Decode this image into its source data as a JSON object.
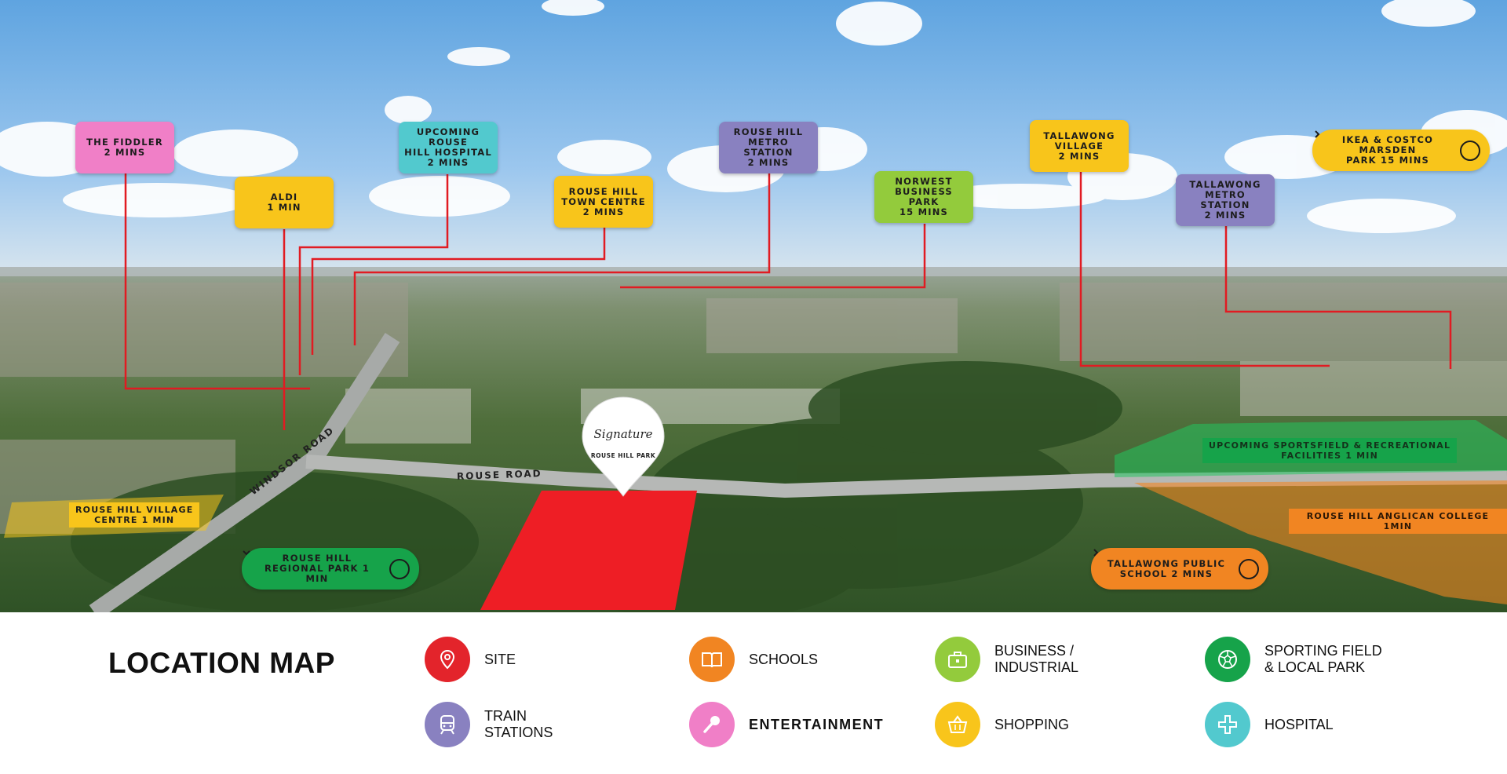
{
  "map_title": "LOCATION MAP",
  "site": {
    "brand": "Signature",
    "name": "ROUSE HILL PARK"
  },
  "roads": {
    "windsor": "WINDSOR ROAD",
    "rouse": "ROUSE ROAD"
  },
  "callouts": [
    {
      "text": "THE FIDDLER\n2 MINS",
      "color": "#F07FC7"
    },
    {
      "text": "ALDI\n1 MIN",
      "color": "#F8C51B"
    },
    {
      "text": "UPCOMING ROUSE\nHILL HOSPITAL\n2 MINS",
      "color": "#52C9CE"
    },
    {
      "text": "ROUSE HILL\nTOWN CENTRE\n2 MINS",
      "color": "#F8C51B"
    },
    {
      "text": "ROUSE HILL\nMETRO STATION\n2 MINS",
      "color": "#8981C0"
    },
    {
      "text": "NORWEST\nBUSINESS PARK\n15 MINS",
      "color": "#93CB3C"
    },
    {
      "text": "TALLAWONG\nVILLAGE\n2 MINS",
      "color": "#F8C51B"
    },
    {
      "text": "TALLAWONG\nMETRO STATION\n2 MINS",
      "color": "#8981C0"
    }
  ],
  "pills": {
    "ikea": {
      "text": "IKEA & COSTCO MARSDEN\nPARK 15 MINS",
      "color": "#F8C51B",
      "icon": "chevron-right-icon"
    },
    "park": {
      "text": "ROUSE HILL\nREGIONAL PARK 1 MIN",
      "color": "#16A34A",
      "icon": "chevron-down-icon"
    },
    "school": {
      "text": "TALLAWONG PUBLIC\nSCHOOL 2 MINS",
      "color": "#F18522",
      "icon": "chevron-right-icon"
    }
  },
  "zones": {
    "village": {
      "text": "ROUSE HILL VILLAGE\nCENTRE 1 MIN",
      "color": "#F8C51B"
    },
    "sportsfield": {
      "text": "UPCOMING SPORTSFIELD & RECREATIONAL\nFACILITIES 1 MIN",
      "color": "#16A34A"
    },
    "college": {
      "text": "ROUSE HILL ANGLICAN COLLEGE 1MIN",
      "color": "#F18522"
    }
  },
  "legend": [
    {
      "label": "SITE",
      "color": "#E3242B",
      "icon": "map-pin-icon"
    },
    {
      "label": "SCHOOLS",
      "color": "#F18522",
      "icon": "book-icon"
    },
    {
      "label": "BUSINESS /\nINDUSTRIAL",
      "color": "#93CB3C",
      "icon": "briefcase-icon"
    },
    {
      "label": "SPORTING FIELD\n& LOCAL PARK",
      "color": "#16A34A",
      "icon": "soccer-ball-icon"
    },
    {
      "label": "TRAIN\nSTATIONS",
      "color": "#8981C0",
      "icon": "train-icon"
    },
    {
      "label": "ENTERTAINMENT",
      "color": "#F07FC7",
      "icon": "microphone-icon"
    },
    {
      "label": "SHOPPING",
      "color": "#F8C51B",
      "icon": "basket-icon"
    },
    {
      "label": "HOSPITAL",
      "color": "#52C9CE",
      "icon": "medical-icon"
    }
  ]
}
